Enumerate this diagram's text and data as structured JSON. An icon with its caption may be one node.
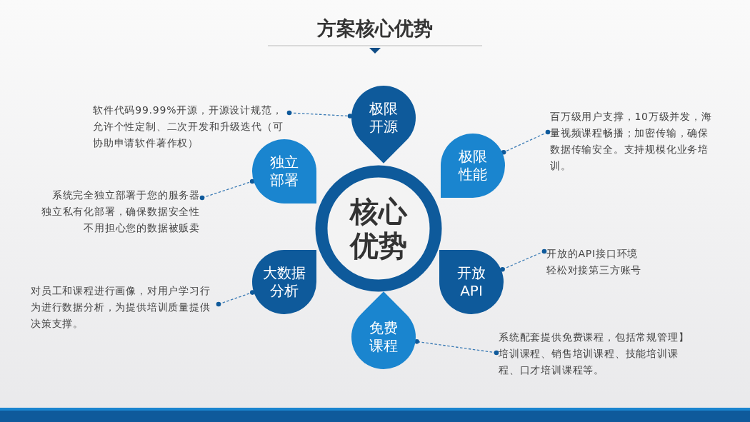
{
  "diagram": {
    "title": "方案核心优势",
    "nodes": [
      {
        "text": [
          "核心优势"
        ]
      },
      {
        "text": [
          "极限开源"
        ]
      },
      {
        "text": [
          "极限性能"
        ]
      },
      {
        "text": [
          "开放API"
        ]
      },
      {
        "text": [
          "免费课程"
        ]
      },
      {
        "text": [
          "大数据分析"
        ]
      },
      {
        "text": [
          "独立部署"
        ]
      },
      {
        "text": [
          "软件代码99.99%开源，开源设计规范，允许个性定制、二次开发和升级迭代（可协助申请软件著作权）"
        ]
      },
      {
        "text": [
          "百万级用户支撑，10万级并发，海量视频课程畅播；加密传输，确保数据传输安全。支持规模化业务培训。"
        ]
      },
      {
        "text": [
          "开放的API接口环境",
          "轻松对接第三方账号"
        ]
      },
      {
        "text": [
          "系统配套提供免费课程，包括常规管理】培训课程、销售培训课程、技能培训课程、口才培训课程等。"
        ]
      },
      {
        "text": [
          "对员工和课程进行画像，对用户学习行为进行数据分析，为提供培训质量提供决策支撑。"
        ]
      },
      {
        "text": [
          "系统完全独立部署于您的服务器",
          "独立私有化部署，确保数据安全性",
          "不用担心您的数据被贩卖"
        ]
      }
    ],
    "edges": [
      {
        "from": 7,
        "to": 1,
        "arrow": "other",
        "style": "dashed"
      },
      {
        "from": 8,
        "to": 2,
        "arrow": "other",
        "style": "dashed"
      },
      {
        "from": 9,
        "to": 3,
        "arrow": "other",
        "style": "dashed"
      },
      {
        "from": 10,
        "to": 4,
        "arrow": "other",
        "style": "dashed"
      },
      {
        "from": 11,
        "to": 5,
        "arrow": "other",
        "style": "dashed"
      },
      {
        "from": 12,
        "to": 6,
        "arrow": "other",
        "style": "dashed"
      }
    ]
  }
}
